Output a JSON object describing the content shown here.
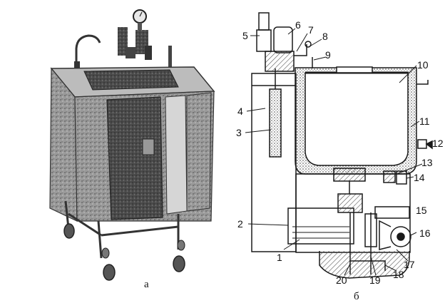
{
  "figure": {
    "panel_a": {
      "caption": "а"
    },
    "panel_b": {
      "caption": "б",
      "callouts": [
        "1",
        "2",
        "3",
        "4",
        "5",
        "6",
        "7",
        "8",
        "9",
        "10",
        "11",
        "12",
        "13",
        "14",
        "15",
        "16",
        "17",
        "18",
        "19",
        "20"
      ]
    }
  },
  "colors": {
    "ink": "#1a1a1a",
    "hatch": "#555555",
    "photo_dark": "#3a3a3a",
    "photo_mid": "#8a8a8a",
    "photo_light": "#c8c8c8"
  }
}
